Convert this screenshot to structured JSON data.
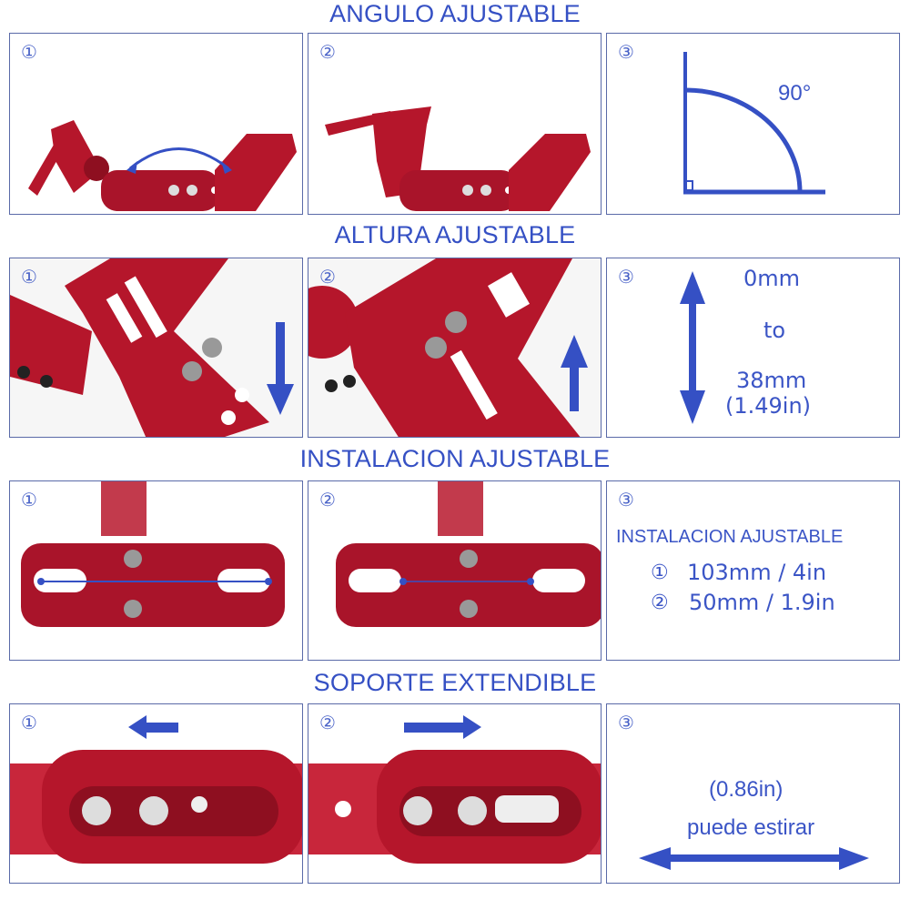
{
  "accent_color": "#3550c4",
  "product_color": "#b5162b",
  "sections": [
    {
      "title": "ANGULO AJUSTABLE",
      "panels": [
        {
          "number": "①",
          "description": "bracket-folded-with-curved-arrow"
        },
        {
          "number": "②",
          "description": "bracket-open"
        },
        {
          "number": "③",
          "angle_label": "90°"
        }
      ]
    },
    {
      "title": "ALTURA AJUSTABLE",
      "panels": [
        {
          "number": "①",
          "arrow": "down"
        },
        {
          "number": "②",
          "arrow": "up"
        },
        {
          "number": "③",
          "from": "0mm",
          "to_word": "to",
          "to": "38mm",
          "to_in": "(1.49in)"
        }
      ]
    },
    {
      "title": "INSTALACION AJUSTABLE",
      "panels": [
        {
          "number": "①",
          "description": "wide-slot-spacing"
        },
        {
          "number": "②",
          "description": "narrow-slot-spacing"
        },
        {
          "number": "③",
          "heading": "INSTALACION AJUSTABLE",
          "options": [
            {
              "marker": "①",
              "value": "103mm / 4in"
            },
            {
              "marker": "②",
              "value": "50mm / 1.9in"
            }
          ]
        }
      ]
    },
    {
      "title": "SOPORTE EXTENDIBLE",
      "panels": [
        {
          "number": "①",
          "arrow": "left"
        },
        {
          "number": "②",
          "arrow": "right"
        },
        {
          "number": "③",
          "measure": "(0.86in)",
          "label": "puede estirar"
        }
      ]
    }
  ]
}
